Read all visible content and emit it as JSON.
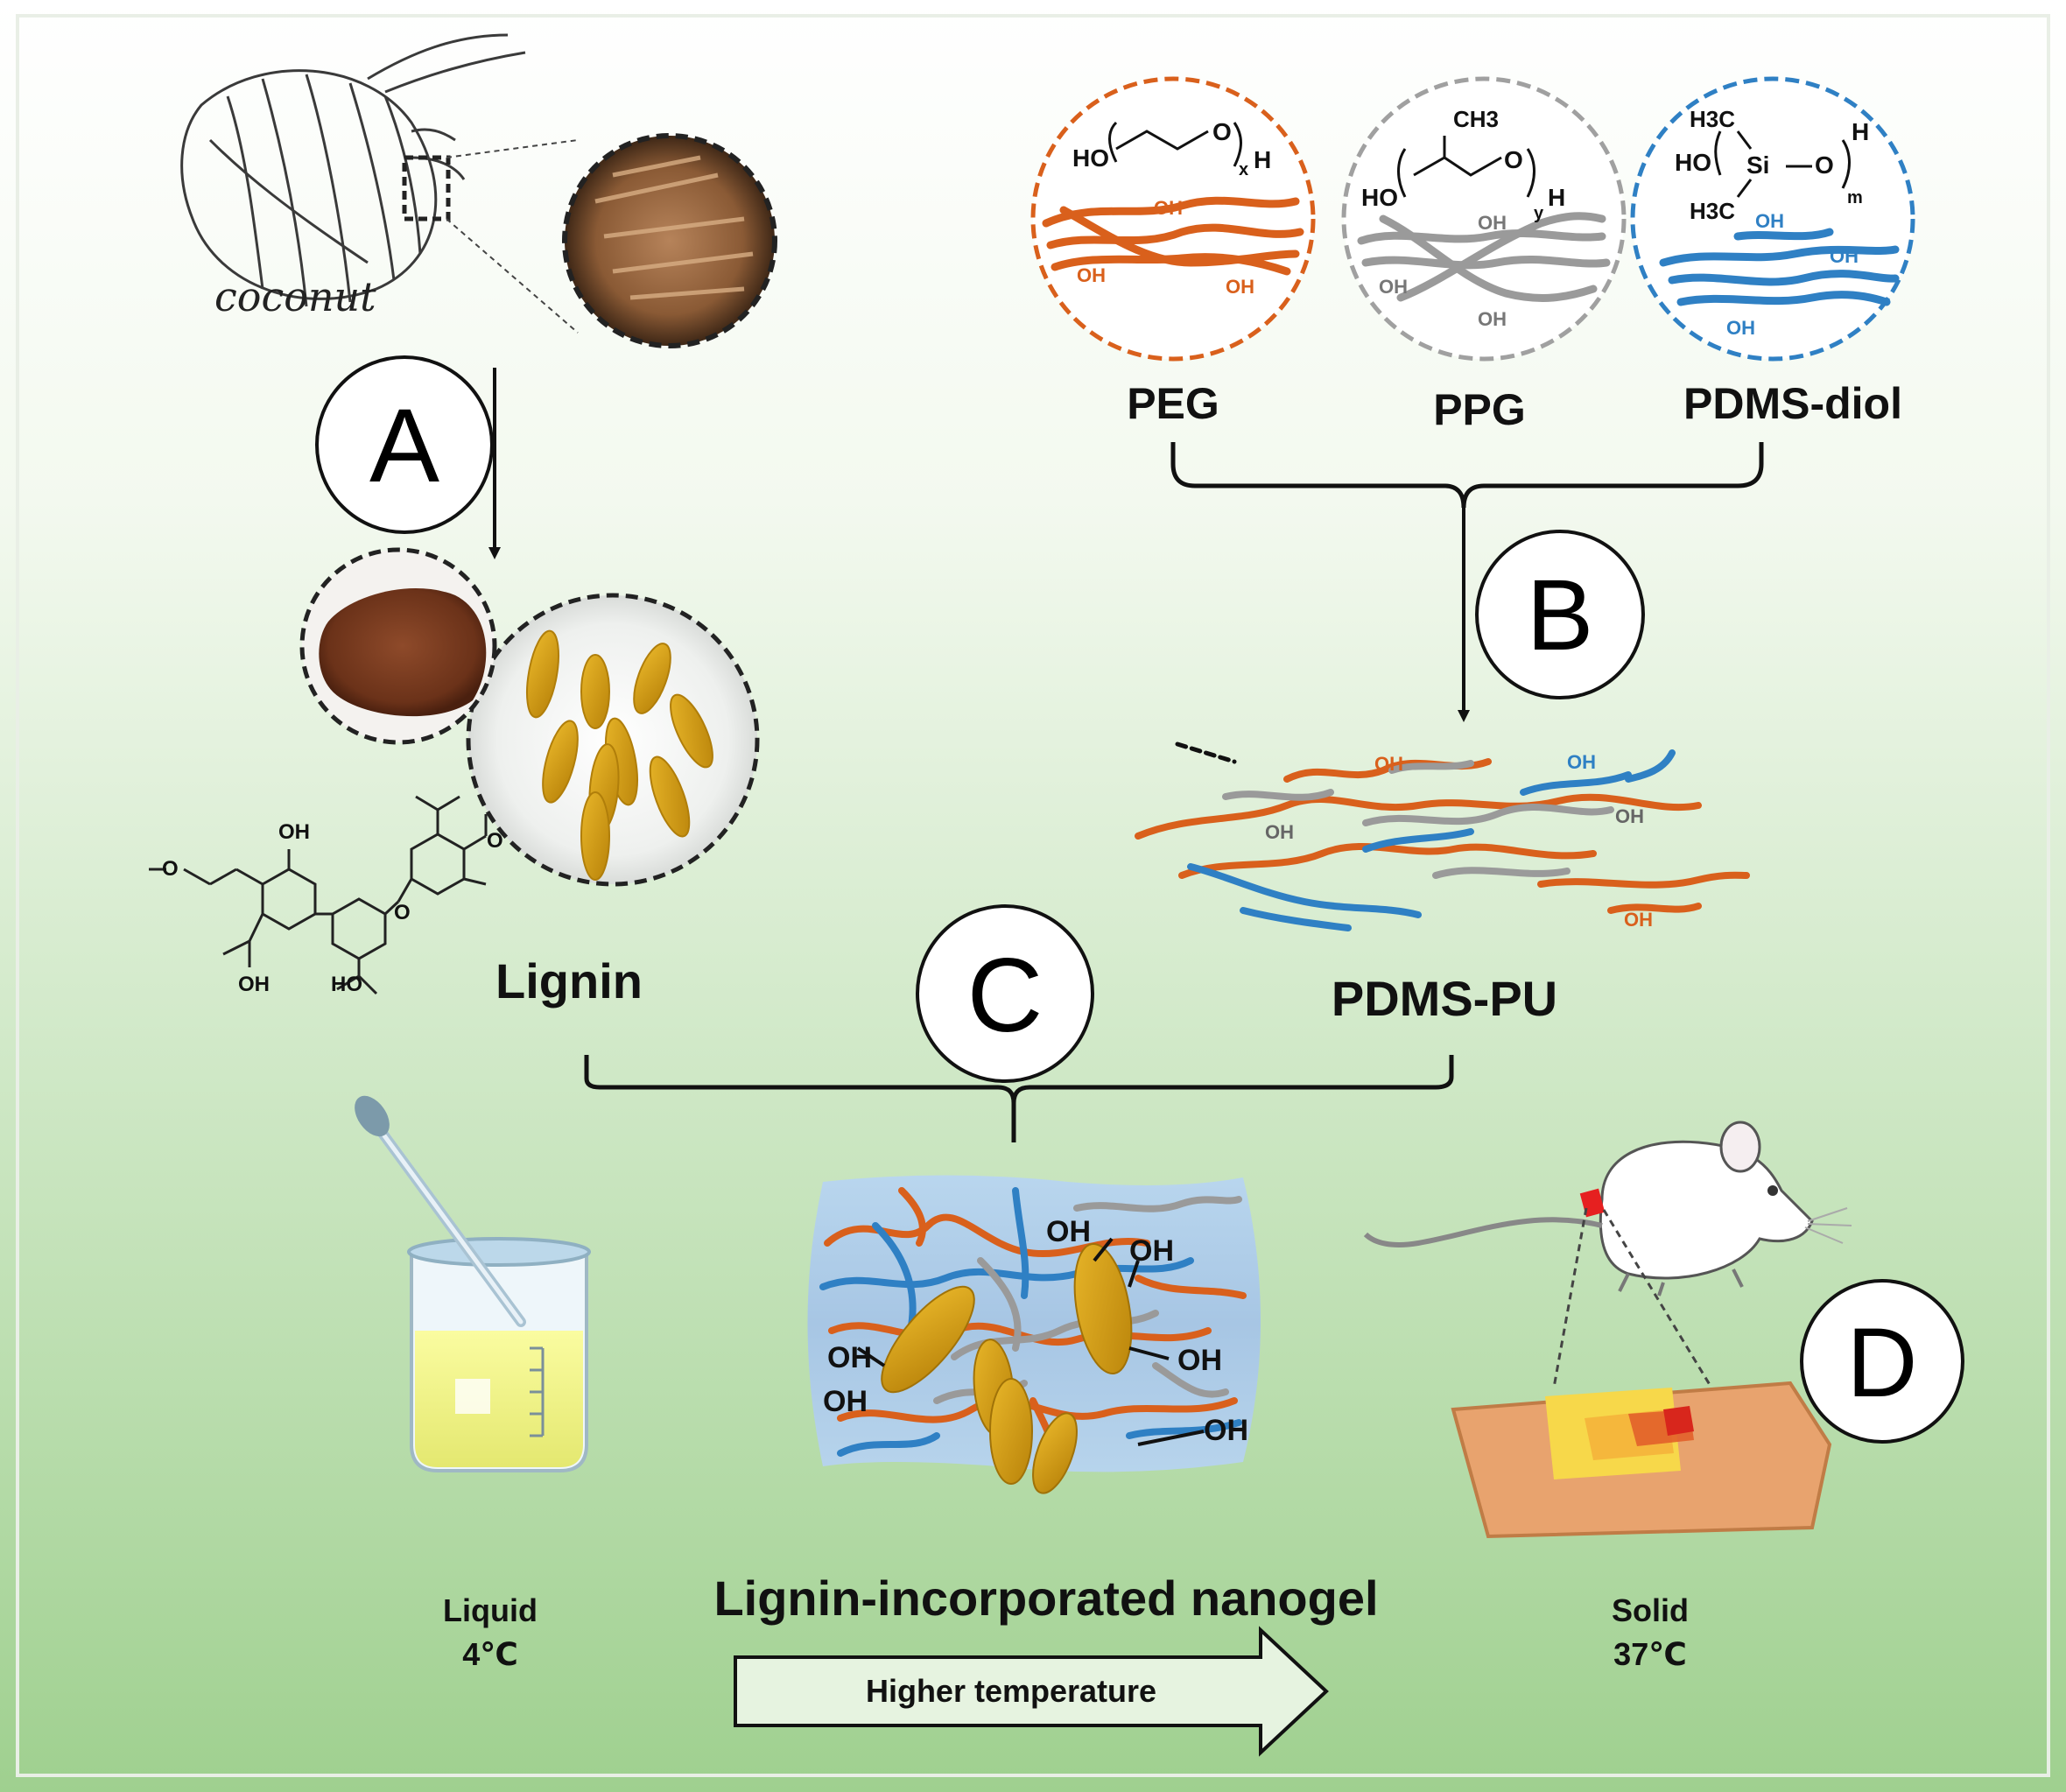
{
  "steps": {
    "a": "A",
    "b": "B",
    "c": "C",
    "d": "D"
  },
  "coconut": {
    "caption": "coconut"
  },
  "polyols": {
    "peg": {
      "name": "PEG",
      "formula_ho": "HO",
      "formula_o": "O",
      "formula_x": "x",
      "formula_h": "H"
    },
    "ppg": {
      "name": "PPG",
      "formula_ch3": "CH3",
      "formula_ho": "HO",
      "formula_o": "O",
      "formula_y": "y",
      "formula_h": "H"
    },
    "pdms": {
      "name": "PDMS-diol",
      "formula_h3c_top": "H3C",
      "formula_ho_si": "HO",
      "formula_si": "Si",
      "formula_o": "O",
      "formula_h": "H",
      "formula_h3c_bottom": "H3C",
      "formula_m": "m"
    }
  },
  "lignin": {
    "label": "Lignin",
    "oh": "OH",
    "ho": "HO"
  },
  "pu": {
    "label": "PDMS-PU"
  },
  "nanogel": {
    "label": "Lignin-incorporated nanogel"
  },
  "states": {
    "liquid": {
      "state": "Liquid",
      "temp": "4℃"
    },
    "solid": {
      "state": "Solid",
      "temp": "37℃"
    }
  },
  "arrow": {
    "label": "Higher temperature"
  },
  "oh": "OH",
  "colors": {
    "peg": "#d9601c",
    "ppg": "#9a9a9a",
    "pdms": "#2f80c4",
    "lignin_particle": "#d19a12",
    "bg_top": "#ffffff",
    "bg_bottom": "#9dcf8f"
  }
}
